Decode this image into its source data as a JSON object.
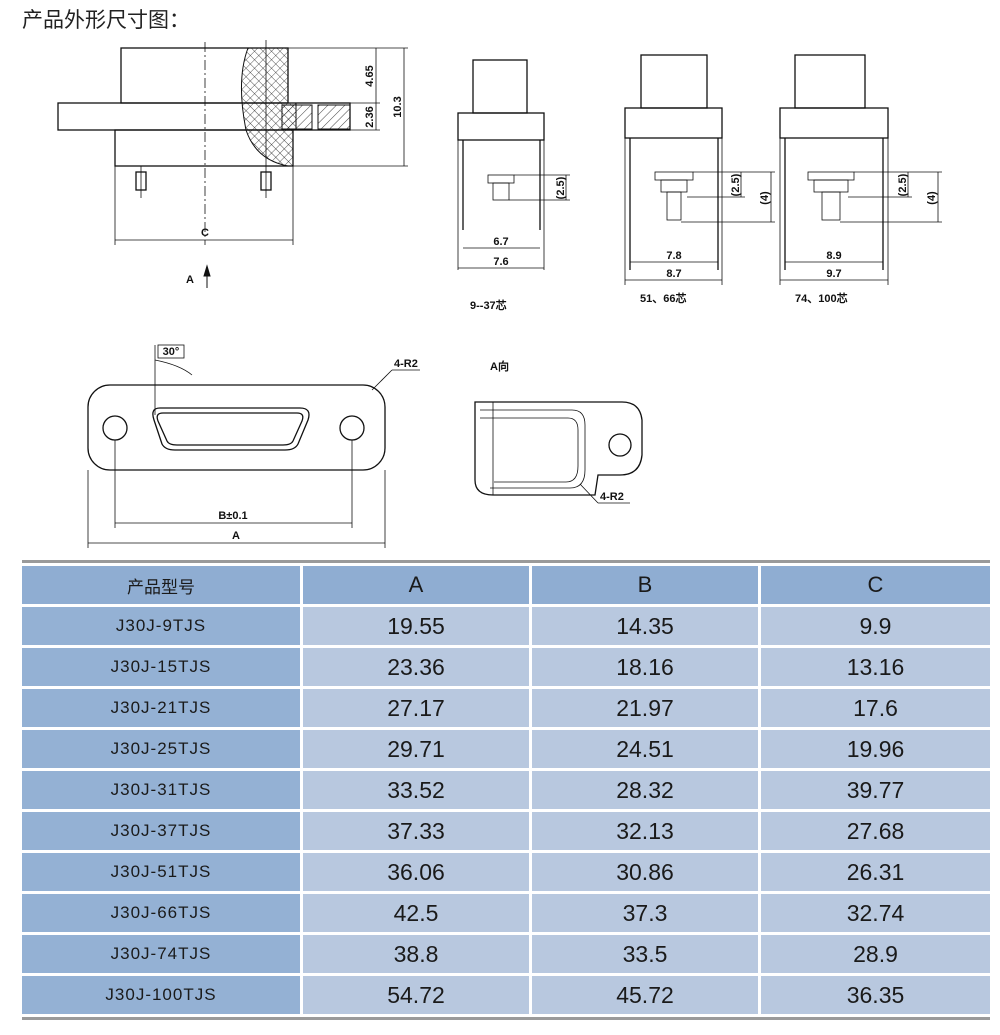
{
  "title": "产品外形尺寸图：",
  "drawing": {
    "side_view": {
      "dim_c": "C",
      "dim_top": "4.65",
      "dim_flange": "2.36",
      "dim_total": "10.3",
      "view_arrow": "A"
    },
    "variants": [
      {
        "label": "9--37芯",
        "dims": [
          "6.7",
          "7.6"
        ],
        "pin_dim": "(2.5)"
      },
      {
        "label": "51、66芯",
        "dims": [
          "7.8",
          "8.7"
        ],
        "pin_dim": "(2.5)",
        "pin_dim2": "(4)"
      },
      {
        "label": "74、100芯",
        "dims": [
          "8.9",
          "9.7"
        ],
        "pin_dim": "(2.5)",
        "pin_dim2": "(4)"
      }
    ],
    "front_view": {
      "angle": "30°",
      "radius": "4-R2",
      "dim_b": "B±0.1",
      "dim_a": "A"
    },
    "a_view": {
      "label": "A向",
      "radius": "4-R2"
    }
  },
  "table": {
    "headers": [
      "产品型号",
      "A",
      "B",
      "C"
    ],
    "rows": [
      [
        "J30J-9TJS",
        "19.55",
        "14.35",
        "9.9"
      ],
      [
        "J30J-15TJS",
        "23.36",
        "18.16",
        "13.16"
      ],
      [
        "J30J-21TJS",
        "27.17",
        "21.97",
        "17.6"
      ],
      [
        "J30J-25TJS",
        "29.71",
        "24.51",
        "19.96"
      ],
      [
        "J30J-31TJS",
        "33.52",
        "28.32",
        "39.77"
      ],
      [
        "J30J-37TJS",
        "37.33",
        "32.13",
        "27.68"
      ],
      [
        "J30J-51TJS",
        "36.06",
        "30.86",
        "26.31"
      ],
      [
        "J30J-66TJS",
        "42.5",
        "37.3",
        "32.74"
      ],
      [
        "J30J-74TJS",
        "38.8",
        "33.5",
        "28.9"
      ],
      [
        "J30J-100TJS",
        "54.72",
        "45.72",
        "36.35"
      ]
    ]
  }
}
